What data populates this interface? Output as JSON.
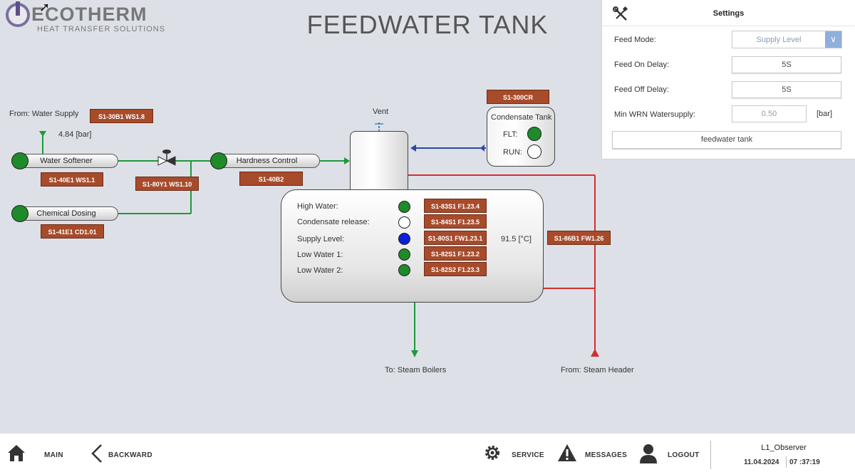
{
  "logo": {
    "name": "ECOTHERM",
    "subtitle": "HEAT TRANSFER SOLUTIONS"
  },
  "page_title": "FEEDWATER TANK",
  "settings": {
    "title": "Settings",
    "feed_mode_label": "Feed Mode:",
    "feed_mode_value": "Supply Level",
    "feed_on_delay_label": "Feed On Delay:",
    "feed_on_delay_value": "5S",
    "feed_off_delay_label": "Feed Off Delay:",
    "feed_off_delay_value": "5S",
    "min_wrn_label": "Min WRN Watersupply:",
    "min_wrn_value": "0.50",
    "min_wrn_unit": "[bar]",
    "feedwater_button": "feedwater tank"
  },
  "diagram": {
    "from_water_supply": "From: Water Supply",
    "supply_pressure": "4.84 [bar]",
    "vent": "Vent",
    "to_steam_boilers": "To: Steam Boilers",
    "from_steam_header": "From: Steam Header",
    "temperature": "91.5 [°C]",
    "components": {
      "water_softener": "Water Softener",
      "hardness_control": "Hardness Control",
      "chemical_dosing": "Chemical Dosing"
    },
    "tags": {
      "supply_pressure": "S1-30B1 WS1.8",
      "water_softener": "S1-40E1 WS1.1",
      "valve": "S1-80Y1 WS1.10",
      "hardness_control": "S1-40B2",
      "chemical_dosing": "S1-41E1 CD1.01",
      "condensate_tank": "S1-300CR",
      "steam_header": "S1-86B1 FW1.26"
    },
    "condensate_tank": {
      "title": "Condensate Tank",
      "flt": "FLT:",
      "run": "RUN:"
    },
    "levels": [
      {
        "label": "High Water:",
        "tag": "S1-83S1 F1.23.4",
        "state": "green"
      },
      {
        "label": "Condensate release:",
        "tag": "S1-84S1 F1.23.5",
        "state": "white"
      },
      {
        "label": "Supply Level:",
        "tag": "S1-80S1 FW1.23.1",
        "state": "blue"
      },
      {
        "label": "Low Water 1:",
        "tag": "S1-82S1 F1.23.2",
        "state": "green"
      },
      {
        "label": "Low Water 2:",
        "tag": "S1-82S2 F1.23.3",
        "state": "green"
      }
    ]
  },
  "nav": {
    "main": "MAIN",
    "backward": "BACKWARD",
    "service": "SERVICE",
    "messages": "MESSAGES",
    "logout": "LOGOUT",
    "user": "L1_Observer",
    "date": "11.04.2024",
    "time": "07 :37:19"
  },
  "colors": {
    "background": "#dde1e7",
    "tag": "#a74b2b",
    "pipe_green": "#1e9a3a",
    "pipe_red": "#d32f2f",
    "pipe_blue": "#2b4aa8",
    "dropdown": "#8fb0d8"
  }
}
